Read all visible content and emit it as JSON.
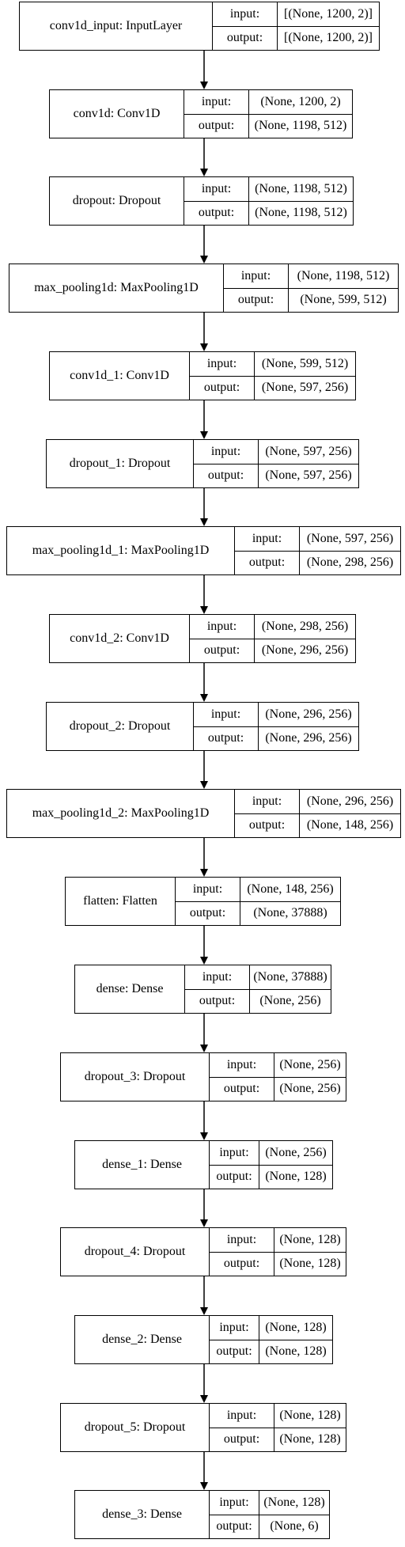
{
  "labels": {
    "input": "input:",
    "output": "output:"
  },
  "nodes": [
    {
      "name": "conv1d_input: InputLayer",
      "input": "[(None, 1200, 2)]",
      "output": "[(None, 1200, 2)]"
    },
    {
      "name": "conv1d: Conv1D",
      "input": "(None, 1200, 2)",
      "output": "(None, 1198, 512)"
    },
    {
      "name": "dropout: Dropout",
      "input": "(None, 1198, 512)",
      "output": "(None, 1198, 512)"
    },
    {
      "name": "max_pooling1d: MaxPooling1D",
      "input": "(None, 1198, 512)",
      "output": "(None, 599, 512)"
    },
    {
      "name": "conv1d_1: Conv1D",
      "input": "(None, 599, 512)",
      "output": "(None, 597, 256)"
    },
    {
      "name": "dropout_1: Dropout",
      "input": "(None, 597, 256)",
      "output": "(None, 597, 256)"
    },
    {
      "name": "max_pooling1d_1: MaxPooling1D",
      "input": "(None, 597, 256)",
      "output": "(None, 298, 256)"
    },
    {
      "name": "conv1d_2: Conv1D",
      "input": "(None, 298, 256)",
      "output": "(None, 296, 256)"
    },
    {
      "name": "dropout_2: Dropout",
      "input": "(None, 296, 256)",
      "output": "(None, 296, 256)"
    },
    {
      "name": "max_pooling1d_2: MaxPooling1D",
      "input": "(None, 296, 256)",
      "output": "(None, 148, 256)"
    },
    {
      "name": "flatten: Flatten",
      "input": "(None, 148, 256)",
      "output": "(None, 37888)"
    },
    {
      "name": "dense: Dense",
      "input": "(None, 37888)",
      "output": "(None, 256)"
    },
    {
      "name": "dropout_3: Dropout",
      "input": "(None, 256)",
      "output": "(None, 256)"
    },
    {
      "name": "dense_1: Dense",
      "input": "(None, 256)",
      "output": "(None, 128)"
    },
    {
      "name": "dropout_4: Dropout",
      "input": "(None, 128)",
      "output": "(None, 128)"
    },
    {
      "name": "dense_2: Dense",
      "input": "(None, 128)",
      "output": "(None, 128)"
    },
    {
      "name": "dropout_5: Dropout",
      "input": "(None, 128)",
      "output": "(None, 128)"
    },
    {
      "name": "dense_3: Dense",
      "input": "(None, 128)",
      "output": "(None, 6)"
    }
  ]
}
